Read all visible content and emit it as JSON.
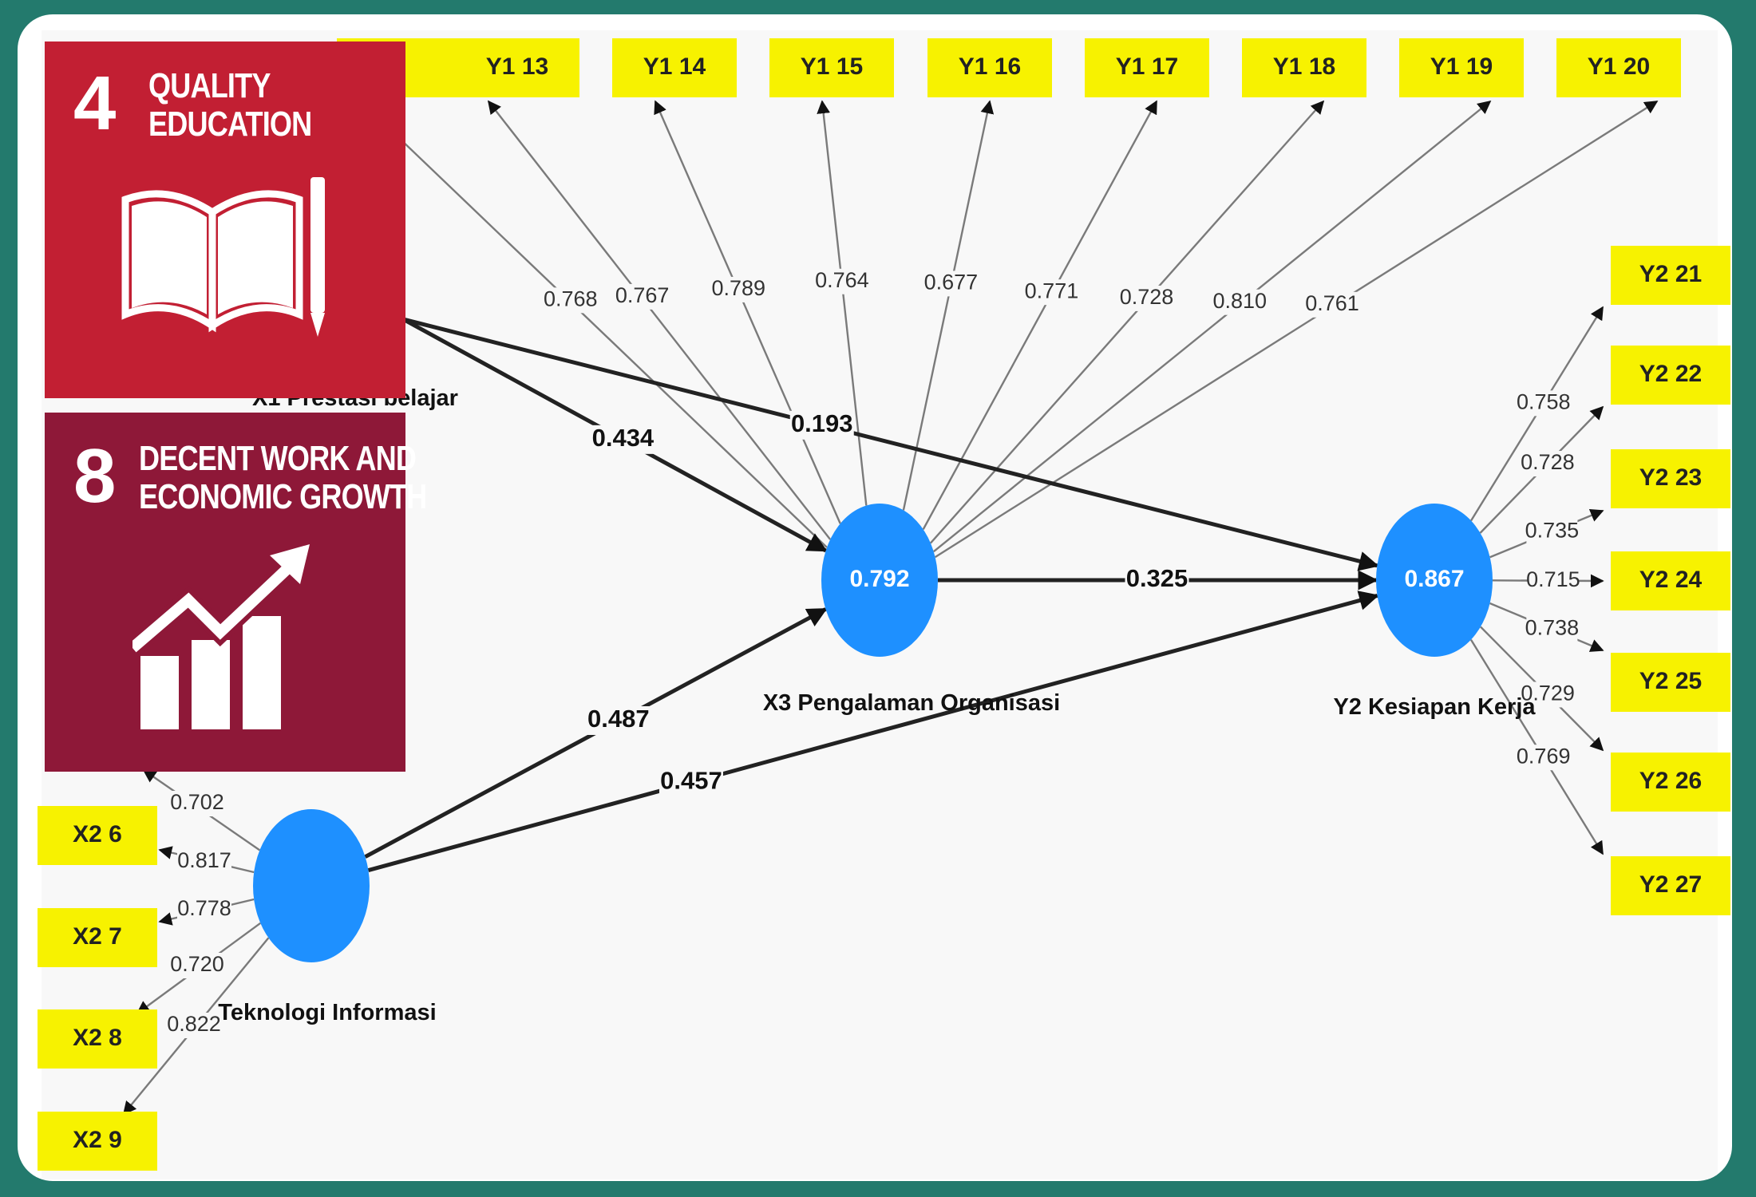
{
  "diagram": {
    "latent": {
      "x3": {
        "name": "X3 Pengalaman Organisasi",
        "r2": "0.792"
      },
      "y2": {
        "name": "Y2 Kesiapan Kerja",
        "r2": "0.867"
      },
      "x2": {
        "name": "Teknologi Informasi"
      }
    },
    "partial_label": "X1 Prestasi belajar",
    "top_indicators": [
      "Y1 13",
      "Y1 14",
      "Y1 15",
      "Y1 16",
      "Y1 17",
      "Y1 18",
      "Y1 19",
      "Y1 20"
    ],
    "top_loadings": [
      "0.768",
      "0.767",
      "0.789",
      "0.764",
      "0.677",
      "0.771",
      "0.728",
      "0.810",
      "0.761"
    ],
    "right_indicators": [
      "Y2 21",
      "Y2 22",
      "Y2 23",
      "Y2 24",
      "Y2 25",
      "Y2 26",
      "Y2 27"
    ],
    "right_loadings": [
      "0.758",
      "0.728",
      "0.735",
      "0.715",
      "0.738",
      "0.729",
      "0.769"
    ],
    "left_indicators": [
      "X2 6",
      "X2 7",
      "X2 8",
      "X2 9"
    ],
    "left_loadings": [
      "0.702",
      "0.817",
      "0.778",
      "0.720",
      "0.822"
    ],
    "paths": {
      "x1_x3": "0.434",
      "x1_y2": "0.193",
      "x3_y2": "0.325",
      "x2_x3": "0.487",
      "x2_y2": "0.457"
    }
  },
  "sdg": [
    {
      "number": "4",
      "title_line1": "QUALITY",
      "title_line2": "EDUCATION",
      "icon": "book-pencil-icon"
    },
    {
      "number": "8",
      "title_line1": "DECENT WORK AND",
      "title_line2": "ECONOMIC GROWTH",
      "icon": "growth-chart-icon"
    }
  ],
  "colors": {
    "border": "#237a6d",
    "latent_fill": "#1e90ff",
    "indicator_fill": "#f7f200",
    "sdg4": "#c21f33",
    "sdg8": "#8e1838"
  }
}
